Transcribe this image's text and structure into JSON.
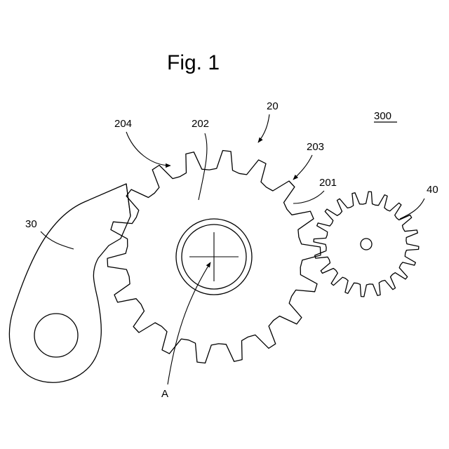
{
  "figure": {
    "title": "Fig. 1",
    "refs": {
      "assembly": "300",
      "gear_wheel": "20",
      "gear_body": "202",
      "gear_tooth_recess": "204",
      "gear_tooth_profile": "203",
      "gear_tooth_tip": "201",
      "lever": "30",
      "pinion": "40",
      "axis": "A"
    }
  }
}
